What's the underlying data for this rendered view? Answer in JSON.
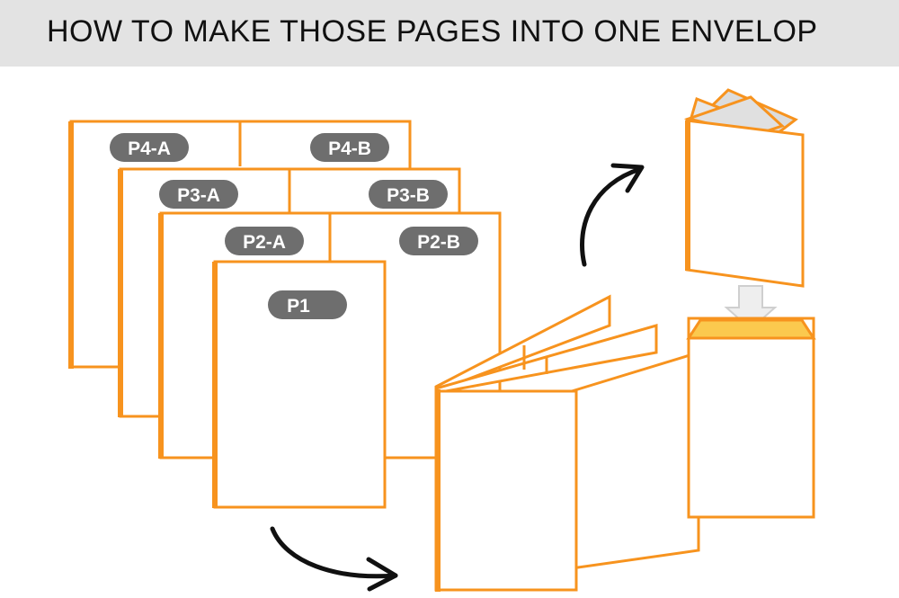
{
  "title": "HOW TO MAKE THOSE PAGES INTO ONE ENVELOP",
  "pages": {
    "p4a": "P4-A",
    "p4b": "P4-B",
    "p3a": "P3-A",
    "p3b": "P3-B",
    "p2a": "P2-A",
    "p2b": "P2-B",
    "p1": "P1"
  },
  "colors": {
    "page_border": "#f7931e",
    "label_pill": "#6e6e6e",
    "envelope_flap": "#fbc94e",
    "title_bar": "#e3e3e3",
    "down_arrow": "#eeeeee"
  }
}
